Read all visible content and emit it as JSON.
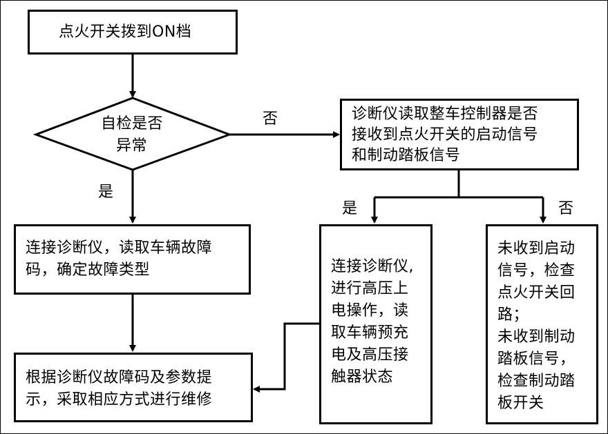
{
  "nodes": {
    "start": {
      "lines": [
        "点火开关拨到ON档"
      ]
    },
    "decision": {
      "lines": [
        "自检是否",
        "异常"
      ]
    },
    "read_vcu": {
      "lines": [
        "诊断仪读取整车控制器是否",
        "接收到点火开关的启动信号",
        "和制动踏板信号"
      ]
    },
    "read_codes": {
      "lines": [
        "连接诊断仪，读取车辆故障",
        "码，确定故障类型"
      ]
    },
    "repair": {
      "lines": [
        "根据诊断仪故障码及参数提",
        "示，采取相应方式进行维修"
      ]
    },
    "hv_check": {
      "lines": [
        "连接诊断仪,",
        "进行高压上",
        "电操作，读",
        "取车辆预充",
        "电及高压接",
        "触器状态"
      ]
    },
    "no_signal": {
      "lines": [
        "未收到启动",
        "信号，检查",
        "点火开关回",
        "路；",
        "未收到制动",
        "踏板信号，",
        "检查制动踏",
        "板开关"
      ]
    }
  },
  "edges": {
    "decision_no": "否",
    "decision_yes": "是",
    "vcu_yes": "是",
    "vcu_no": "否"
  }
}
